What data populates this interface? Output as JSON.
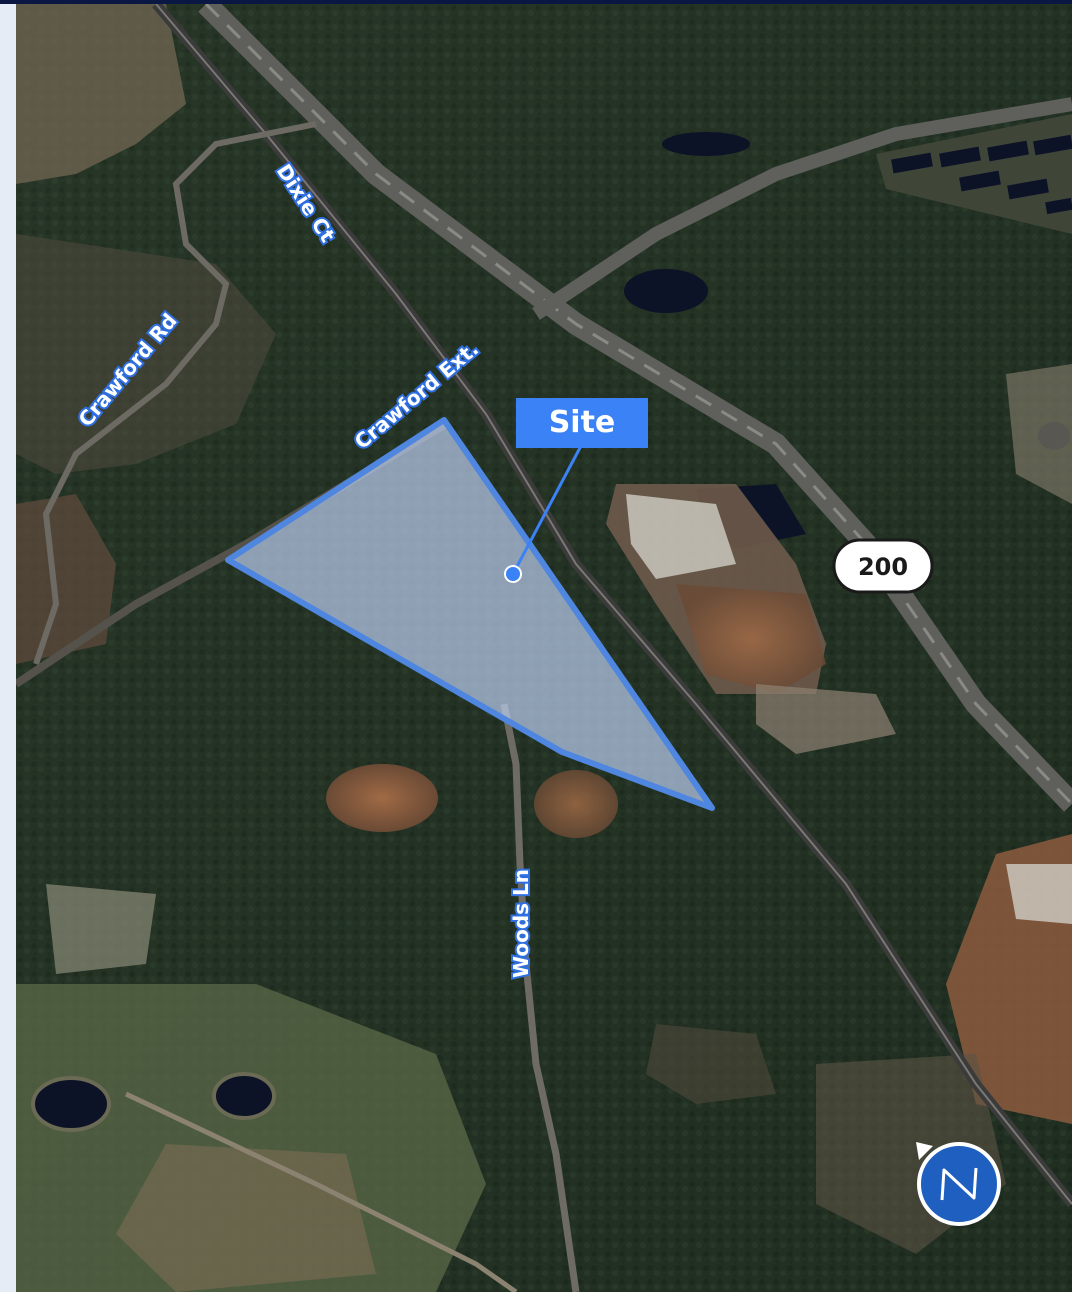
{
  "map": {
    "type": "aerial-site-map",
    "site_label": "Site",
    "route_shield": "200",
    "roads": {
      "dixie_ct": "Dixie Ct",
      "crawford_rd": "Crawford Rd",
      "crawford_ext": "Crawford Ext.",
      "woods_ln": "Woods Ln"
    },
    "compass_icon": "north-arrow-icon",
    "colors": {
      "site_fill": "#b9cbeb",
      "site_outline": "#4f86e0",
      "label_bg": "#3b82f6",
      "road_label": "#ffffff",
      "road_label_halo": "#2f6fe0",
      "frame": "#e6ecf6",
      "top_bar": "#0a1742"
    }
  }
}
